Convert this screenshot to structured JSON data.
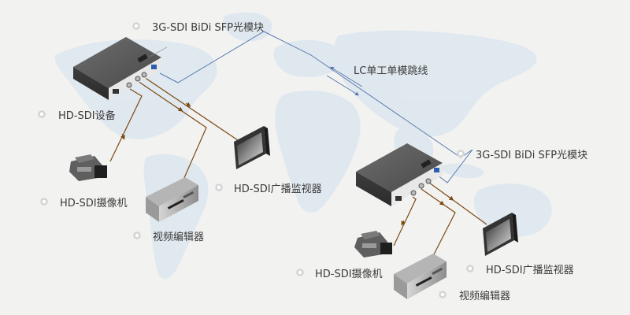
{
  "diagram": {
    "title": "3G-SDI BiDi SFP optical module point-to-point link",
    "colors": {
      "background": "#f2f2f1",
      "map": "#dde7ef",
      "fiber_line": "#5a7bb0",
      "coax_line": "#7a4a12",
      "label_text": "#3a3a3a"
    },
    "labels": {
      "sfp_top": "3G-SDI BiDi SFP光模块",
      "sfp_bottom": "3G-SDI BiDi SFP光模块",
      "fiber": "LC单工单模跳线",
      "device_left": "HD-SDI设备",
      "camera_left": "HD-SDI摄像机",
      "monitor_left": "HD-SDI广播监视器",
      "editor_left": "视频编辑器",
      "camera_right": "HD-SDI摄像机",
      "monitor_right": "HD-SDI广播监视器",
      "editor_right": "视频编辑器"
    },
    "nodes": [
      {
        "id": "sdi-device-left",
        "icon": "sdi-converter-box-icon"
      },
      {
        "id": "camera-left",
        "icon": "camcorder-icon"
      },
      {
        "id": "editor-left",
        "icon": "video-editor-deck-icon"
      },
      {
        "id": "monitor-left",
        "icon": "broadcast-monitor-icon"
      },
      {
        "id": "sdi-device-right",
        "icon": "sdi-converter-box-icon"
      },
      {
        "id": "camera-right",
        "icon": "camcorder-icon"
      },
      {
        "id": "editor-right",
        "icon": "video-editor-deck-icon"
      },
      {
        "id": "monitor-right",
        "icon": "broadcast-monitor-icon"
      }
    ],
    "links": [
      {
        "from": "sdi-device-left",
        "to": "sdi-device-right",
        "type": "fiber",
        "label": "LC单工单模跳线",
        "bidirectional": true
      },
      {
        "from": "sdi-device-left",
        "to": "camera-left",
        "type": "coax"
      },
      {
        "from": "sdi-device-left",
        "to": "editor-left",
        "type": "coax"
      },
      {
        "from": "sdi-device-left",
        "to": "monitor-left",
        "type": "coax"
      },
      {
        "from": "sdi-device-right",
        "to": "camera-right",
        "type": "coax"
      },
      {
        "from": "sdi-device-right",
        "to": "editor-right",
        "type": "coax"
      },
      {
        "from": "sdi-device-right",
        "to": "monitor-right",
        "type": "coax"
      }
    ]
  }
}
